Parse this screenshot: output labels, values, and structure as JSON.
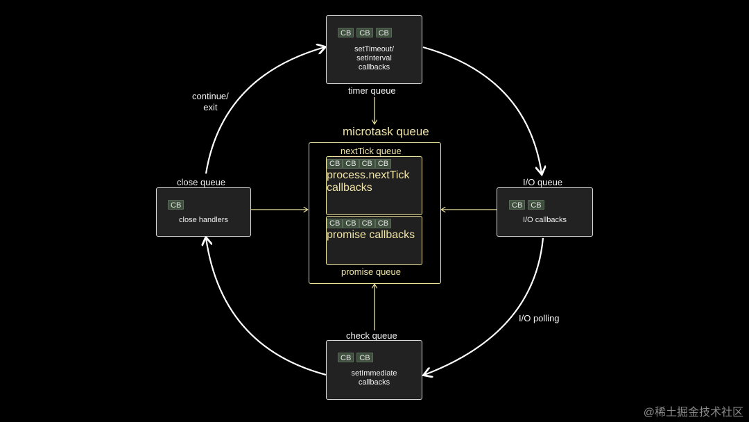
{
  "colors": {
    "background": "#000000",
    "box_fill": "#222222",
    "box_border": "#d9d9d9",
    "microtask_accent": "#ece29c",
    "cb_chip": "#3e4f3e"
  },
  "cb_label": "CB",
  "timer": {
    "title": "timer queue",
    "desc": "setTimeout/\nsetInterval\ncallbacks",
    "cb_count": 3
  },
  "io": {
    "title": "I/O queue",
    "desc": "I/O callbacks",
    "cb_count": 2
  },
  "check": {
    "title": "check queue",
    "desc": "setImmediate\ncallbacks",
    "cb_count": 2
  },
  "close": {
    "title": "close queue",
    "desc": "close handlers",
    "cb_count": 1
  },
  "microtask": {
    "title": "microtask queue",
    "nexttick": {
      "title": "nextTick queue",
      "desc": "process.nextTick\ncallbacks",
      "cb_count": 4
    },
    "promise": {
      "title": "promise queue",
      "desc": "promise callbacks",
      "cb_count": 4
    }
  },
  "loop_labels": {
    "continue_exit": "continue/\nexit",
    "io_polling": "I/O polling"
  },
  "watermark": "@稀土掘金技术社区"
}
